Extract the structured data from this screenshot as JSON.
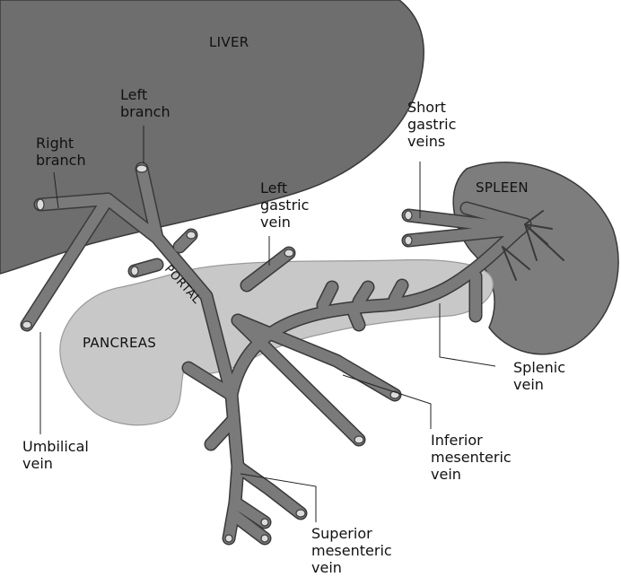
{
  "labels": {
    "liver": "LIVER",
    "spleen": "SPLEEN",
    "pancreas": "PANCREAS",
    "portal": "PORTAL",
    "left_branch": "Left\nbranch",
    "right_branch": "Right\nbranch",
    "short_gastric_veins": "Short\ngastric\nveins",
    "left_gastric_vein": "Left\ngastric\nvein",
    "splenic_vein": "Splenic\nvein",
    "umbilical_vein": "Umbilical\nvein",
    "inferior_mesenteric_vein": "Inferior\nmesenteric\nvein",
    "superior_mesenteric_vein": "Superior\nmesenteric\nvein"
  },
  "colors": {
    "liver": "#6e6e6e",
    "spleen": "#7d7d7d",
    "pancreas": "#c8c8c8",
    "vein": "#7a7a7a",
    "vein_outline": "#3a3a3a",
    "leader": "#222222"
  }
}
